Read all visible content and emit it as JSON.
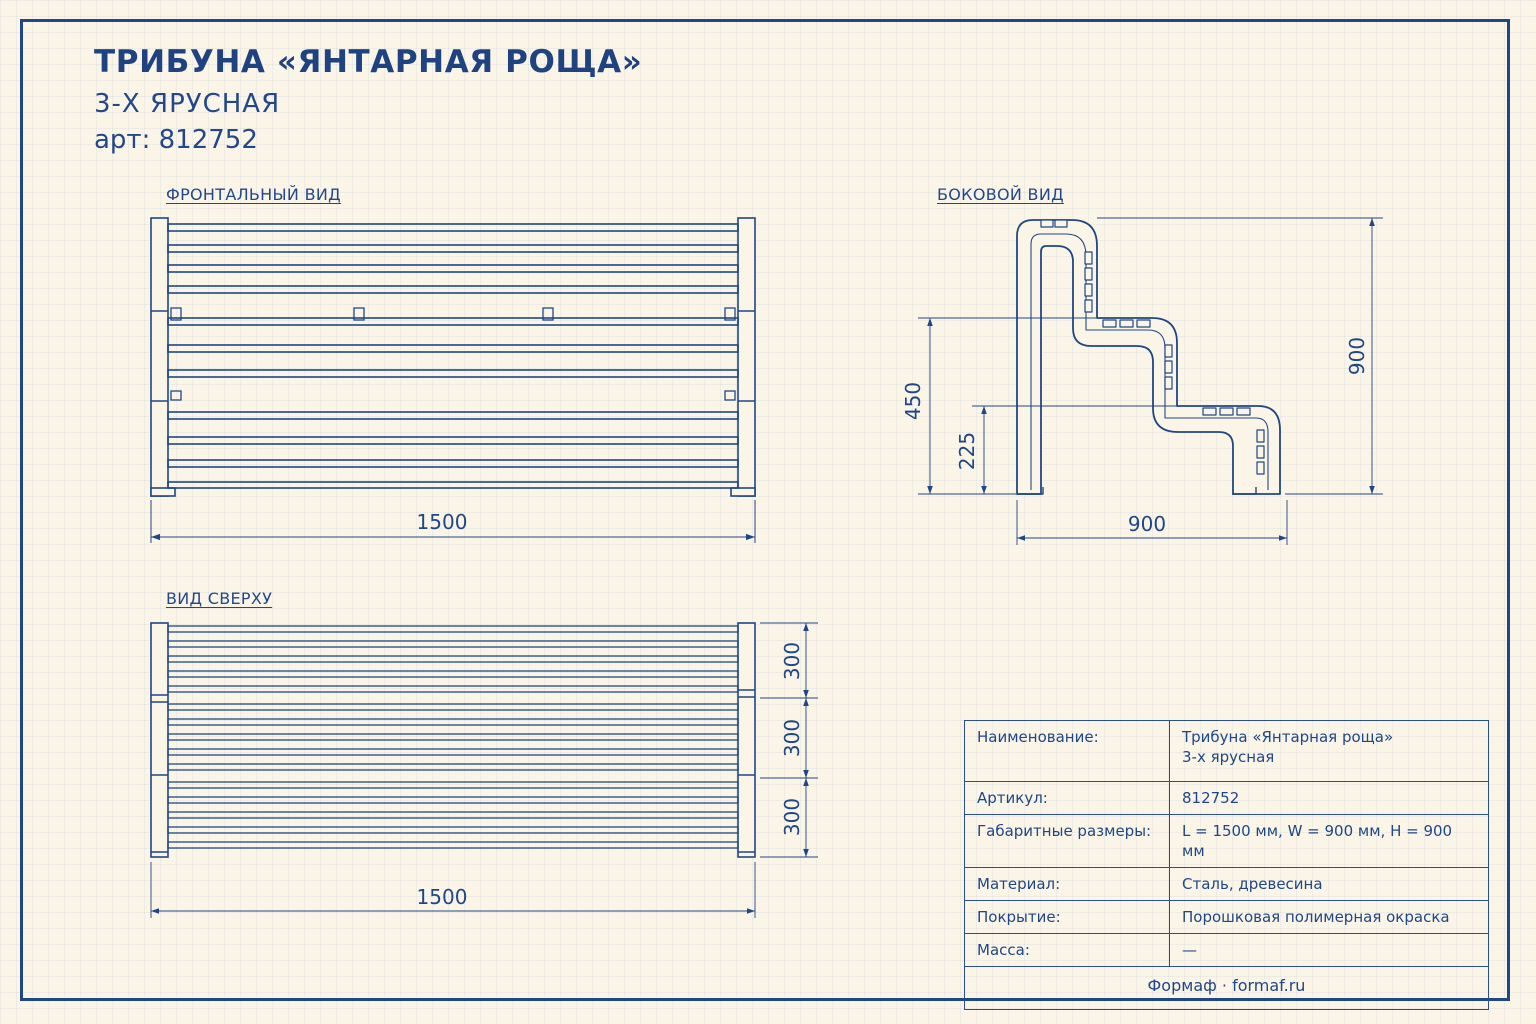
{
  "header": {
    "title": "ТРИБУНА «ЯНТАРНАЯ РОЩА»",
    "subtitle": "3-Х ЯРУСНАЯ",
    "article": "арт: 812752"
  },
  "views": {
    "front": {
      "label": "ФРОНТАЛЬНЫЙ ВИД",
      "width_dim": "1500"
    },
    "side": {
      "label": "БОКОВОЙ ВИД",
      "depth_dim": "900",
      "height_dim": "900",
      "tier2_dim": "450",
      "tier1_dim": "225"
    },
    "top": {
      "label": "ВИД СВЕРХУ",
      "width_dim": "1500",
      "section_dims": [
        "300",
        "300",
        "300"
      ]
    }
  },
  "spec_table": {
    "rows": [
      {
        "key": "Наименование:",
        "value_lines": [
          "Трибуна «Янтарная роща»",
          "3-х ярусная"
        ]
      },
      {
        "key": "Артикул:",
        "value_lines": [
          "812752"
        ]
      },
      {
        "key": "Габаритные размеры:",
        "value_lines": [
          "L = 1500 мм, W = 900 мм, H = 900 мм"
        ]
      },
      {
        "key": "Материал:",
        "value_lines": [
          "Сталь, древесина"
        ]
      },
      {
        "key": "Покрытие:",
        "value_lines": [
          "Порошковая полимерная окраска"
        ]
      },
      {
        "key": "Масса:",
        "value_lines": [
          "—"
        ]
      }
    ],
    "footer": "Формаф · formaf.ru"
  },
  "colors": {
    "line": "#1f4785",
    "background": "#fbf5e8"
  }
}
